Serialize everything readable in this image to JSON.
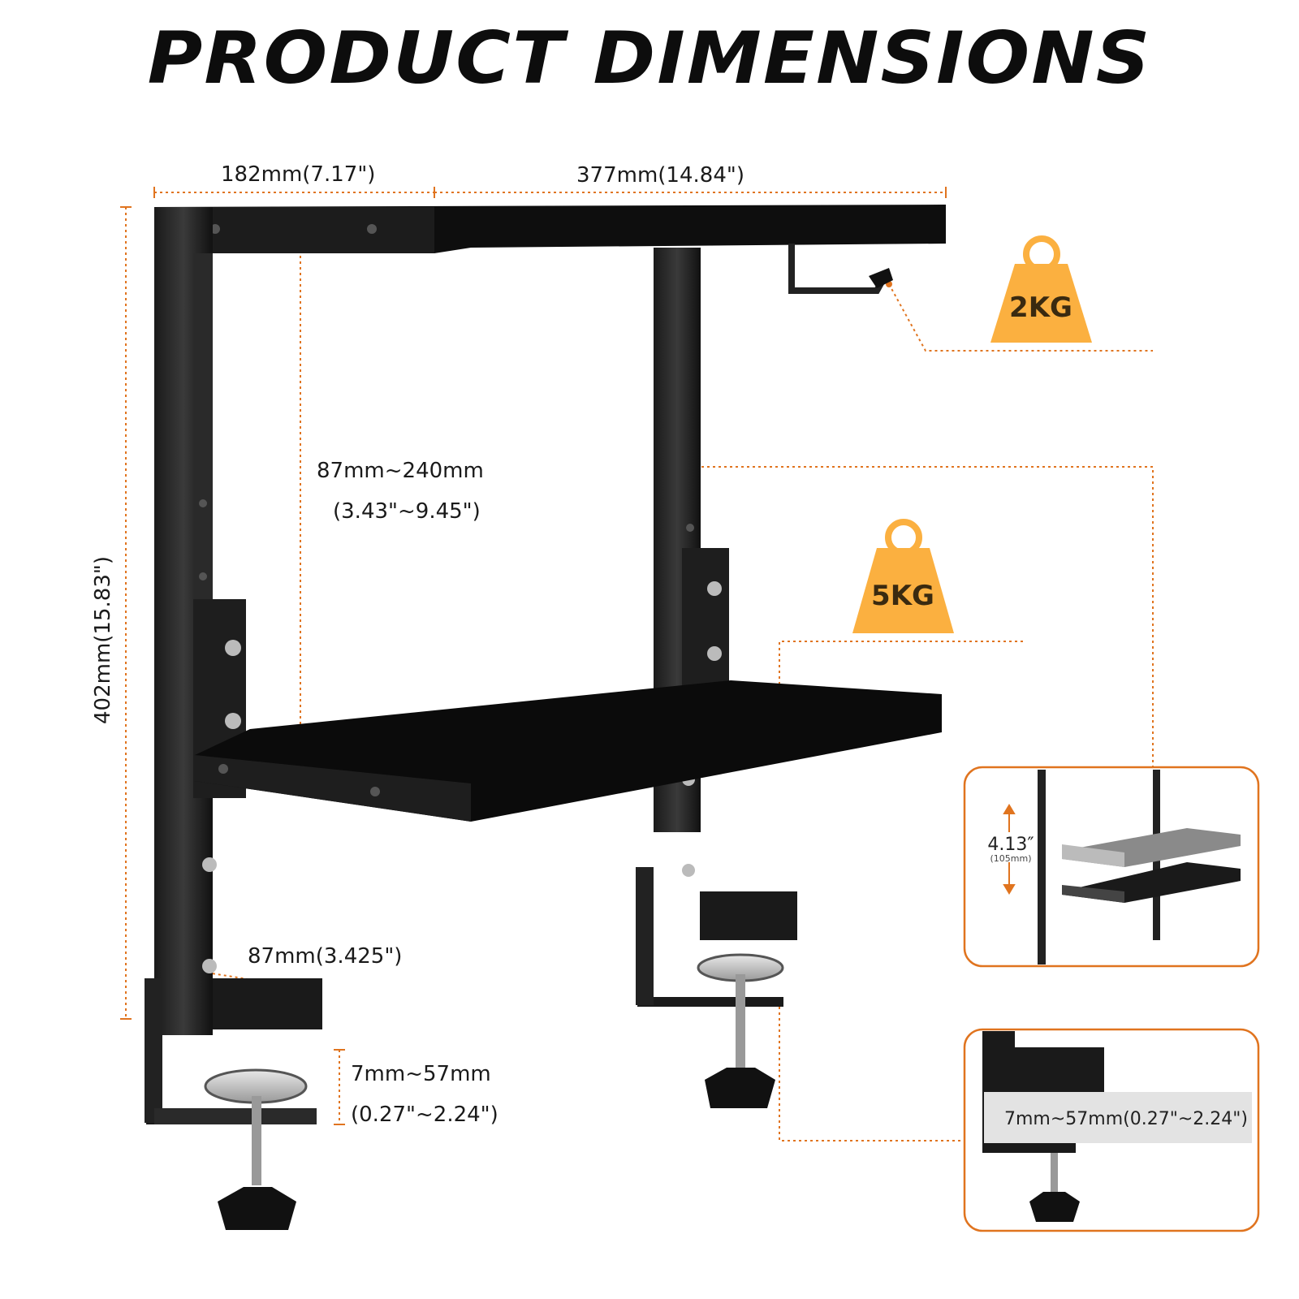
{
  "title": "PRODUCT DIMENSIONS",
  "colors": {
    "accent": "#e0741f",
    "weight_fill": "#fbb040",
    "frame": "#111111",
    "inset_border": "#e0741f"
  },
  "dimensions": {
    "depth": "182mm(7.17\")",
    "width": "377mm(14.84\")",
    "height": "402mm(15.83\")",
    "shelf_gap_mm": "87mm~240mm",
    "shelf_gap_in": "(3.43\"~9.45\")",
    "clamp_arm": "87mm(3.425\")",
    "clamp_range_mm": "7mm~57mm",
    "clamp_range_in": "(0.27\"~2.24\")"
  },
  "weights": {
    "top_hook": "2KG",
    "shelf": "5KG"
  },
  "insets": {
    "adjust_step_in": "4.13″",
    "adjust_step_mm": "(105mm)",
    "clamp_range": "7mm~57mm(0.27\"~2.24\")"
  },
  "icons": [
    "weight-icon",
    "adjust-arrow-icon"
  ]
}
